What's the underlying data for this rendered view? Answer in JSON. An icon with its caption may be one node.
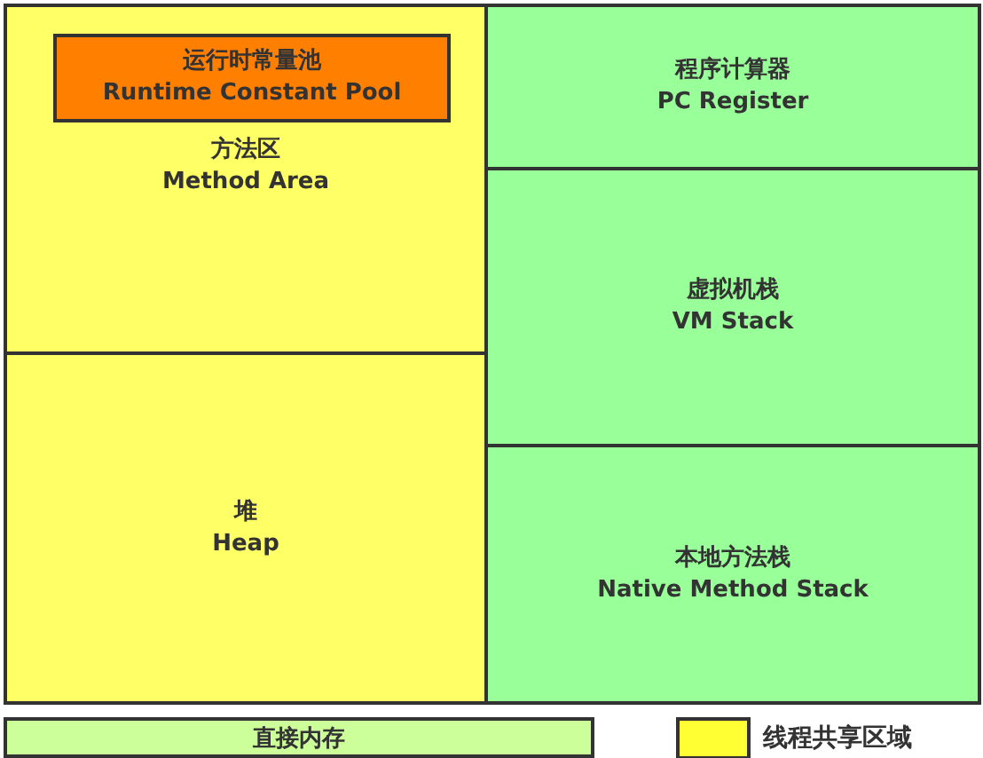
{
  "diagram": {
    "nodes": [
      {
        "text": [
          "方法区 Method Area"
        ]
      },
      {
        "text": [
          "运行时常量池 Runtime Constant Pool"
        ],
        "in": 0
      },
      {
        "text": [
          "程序计算器 PC Register"
        ]
      },
      {
        "text": [
          "虚拟机栈 VM Stack"
        ]
      },
      {
        "text": [
          "堆 Heap"
        ]
      },
      {
        "text": [
          "本地方法栈 Native Method Stack"
        ]
      },
      {
        "text": [
          "直接内存"
        ]
      }
    ],
    "legend": [
      {
        "text": "线程共享区域",
        "color": "#ffff33"
      }
    ]
  }
}
